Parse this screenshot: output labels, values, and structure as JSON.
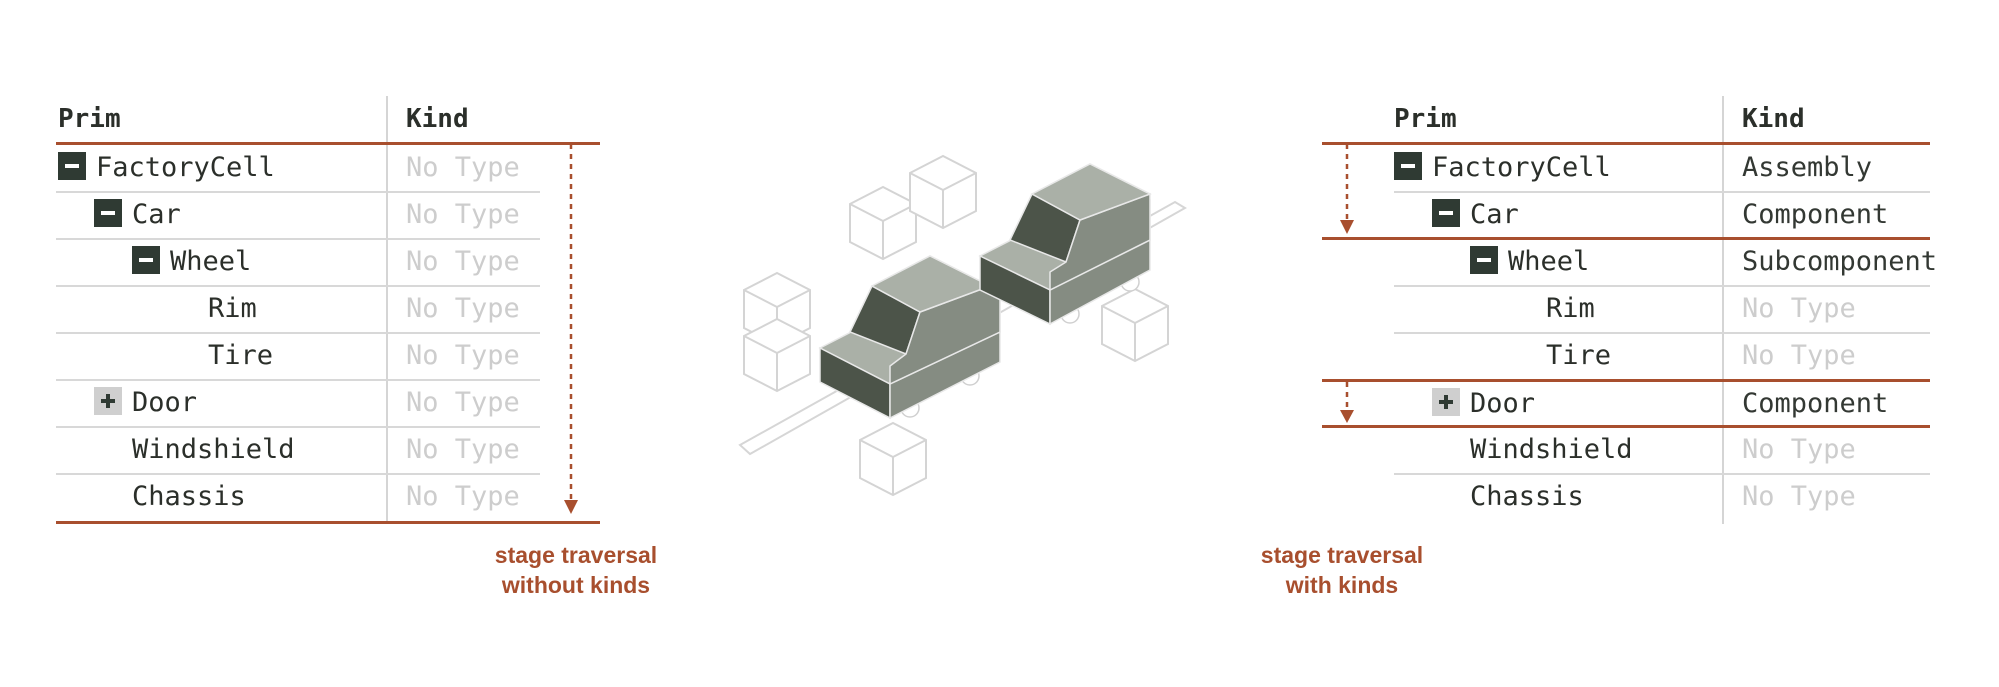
{
  "left": {
    "headers": {
      "prim": "Prim",
      "kind": "Kind"
    },
    "rows": [
      {
        "name": "FactoryCell",
        "kind": "No Type",
        "toggle": "minus"
      },
      {
        "name": "Car",
        "kind": "No Type",
        "toggle": "minus"
      },
      {
        "name": "Wheel",
        "kind": "No Type",
        "toggle": "minus"
      },
      {
        "name": "Rim",
        "kind": "No Type",
        "toggle": "none"
      },
      {
        "name": "Tire",
        "kind": "No Type",
        "toggle": "none"
      },
      {
        "name": "Door",
        "kind": "No Type",
        "toggle": "plus"
      },
      {
        "name": "Windshield",
        "kind": "No Type",
        "toggle": "none"
      },
      {
        "name": "Chassis",
        "kind": "No Type",
        "toggle": "none"
      }
    ],
    "caption_line1": "stage traversal",
    "caption_line2": "without kinds"
  },
  "right": {
    "headers": {
      "prim": "Prim",
      "kind": "Kind"
    },
    "rows": [
      {
        "name": "FactoryCell",
        "kind": "Assembly",
        "toggle": "minus"
      },
      {
        "name": "Car",
        "kind": "Component",
        "toggle": "minus"
      },
      {
        "name": "Wheel",
        "kind": "Subcomponent",
        "toggle": "minus"
      },
      {
        "name": "Rim",
        "kind": "No Type",
        "toggle": "none"
      },
      {
        "name": "Tire",
        "kind": "No Type",
        "toggle": "none"
      },
      {
        "name": "Door",
        "kind": "Component",
        "toggle": "plus"
      },
      {
        "name": "Windshield",
        "kind": "No Type",
        "toggle": "none"
      },
      {
        "name": "Chassis",
        "kind": "No Type",
        "toggle": "none"
      }
    ],
    "caption_line1": "stage traversal",
    "caption_line2": "with kinds"
  },
  "colors": {
    "accent": "#a84f2e",
    "expander_dark": "#2f3a33",
    "expander_light": "#cfcfcf",
    "no_type_text": "#cdcdcd",
    "car_dark": "#4c5449",
    "car_mid": "#858c82",
    "car_light": "#aab0a7"
  }
}
